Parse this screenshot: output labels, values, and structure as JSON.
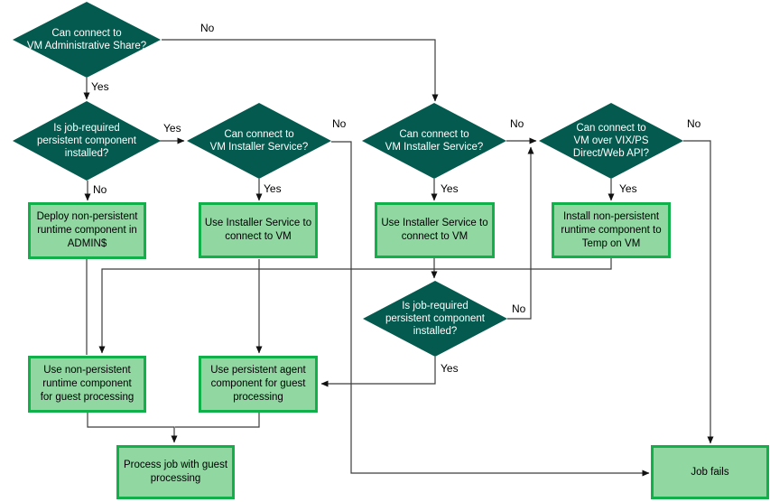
{
  "colors": {
    "background": "#ffffff",
    "diamond_fill": "#045a4e",
    "diamond_text": "#ffffff",
    "box_fill": "#90d7a2",
    "box_border": "#12b04a",
    "box_text": "#000000",
    "connector_line": "#3c3c3c",
    "arrowhead": "#111111",
    "edge_label_text": "#000000"
  },
  "nodes": {
    "d1": {
      "label": "Can connect to\nVM Administrative Share?"
    },
    "d2": {
      "label": "Is job-required\npersistent component\ninstalled?"
    },
    "d3": {
      "label": "Can connect to\nVM Installer Service?"
    },
    "d4": {
      "label": "Can connect to\nVM Installer Service?"
    },
    "d5": {
      "label": "Can connect to\nVM over VIX/PS\nDirect/Web API?"
    },
    "d6": {
      "label": "Is job-required\npersistent component\ninstalled?"
    },
    "b1": {
      "label": "Deploy non-persistent\nruntime component in\nADMIN$"
    },
    "b2": {
      "label": "Use Installer Service to\nconnect to VM"
    },
    "b3": {
      "label": "Use Installer Service to\nconnect to VM"
    },
    "b4": {
      "label": "Install non-persistent\nruntime component to\nTemp on VM"
    },
    "b5": {
      "label": "Use non-persistent\nruntime component\nfor guest processing"
    },
    "b6": {
      "label": "Use persistent agent\ncomponent for guest\nprocessing"
    },
    "b7": {
      "label": "Process job with guest\nprocessing"
    },
    "b8": {
      "label": "Job fails"
    }
  },
  "edge_labels": [
    {
      "text": "No"
    },
    {
      "text": "Yes"
    },
    {
      "text": "Yes"
    },
    {
      "text": "No"
    },
    {
      "text": "Yes"
    },
    {
      "text": "No"
    },
    {
      "text": "Yes"
    },
    {
      "text": "No"
    },
    {
      "text": "Yes"
    },
    {
      "text": "No"
    },
    {
      "text": "No"
    },
    {
      "text": "Yes"
    }
  ]
}
